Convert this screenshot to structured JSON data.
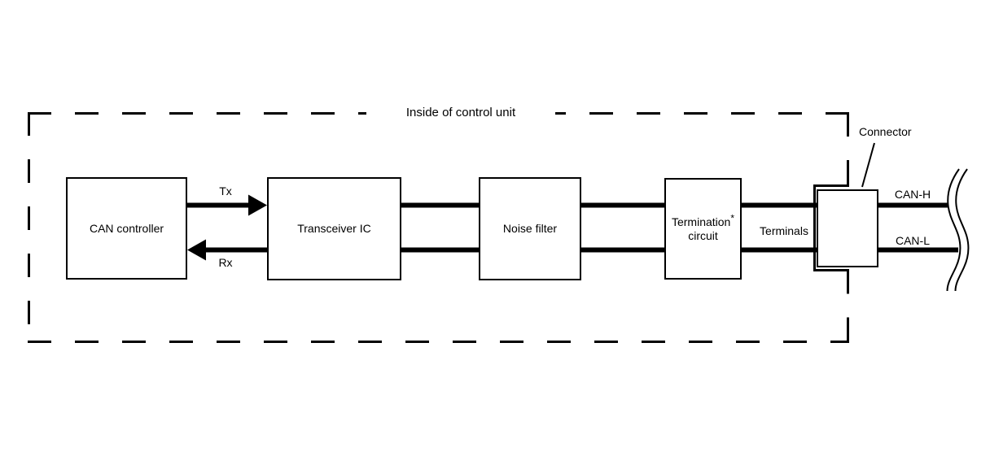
{
  "diagram": {
    "title": "Inside of control unit",
    "blocks": {
      "can_controller": {
        "label": "CAN controller"
      },
      "transceiver_ic": {
        "label": "Transceiver IC"
      },
      "noise_filter": {
        "label": "Noise filter"
      },
      "termination_circuit": {
        "label_line1": "Termination",
        "footnote_marker": "*",
        "label_line2": "circuit"
      }
    },
    "signals": {
      "tx": "Tx",
      "rx": "Rx"
    },
    "bus_lines": {
      "can_h": "CAN-H",
      "can_l": "CAN-L"
    },
    "connector": {
      "label": "Connector",
      "terminals_label": "Terminals"
    },
    "colors": {
      "line": "#000000",
      "background": "#ffffff"
    }
  }
}
